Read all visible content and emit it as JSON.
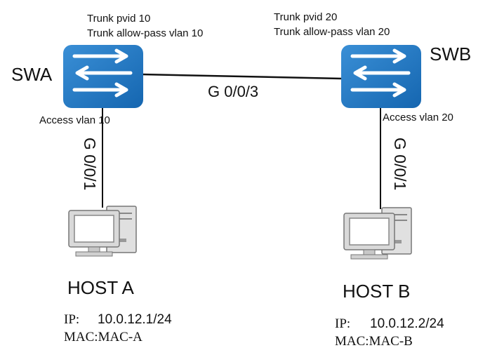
{
  "swa": {
    "name": "SWA",
    "trunk_pvid": "Trunk pvid 10",
    "trunk_allow": "Trunk allow-pass vlan 10",
    "access": "Access vlan 10",
    "port": "G 0/0/1"
  },
  "swb": {
    "name": "SWB",
    "trunk_pvid": "Trunk pvid 20",
    "trunk_allow": "Trunk allow-pass vlan 20",
    "access": "Access vlan 20",
    "port": "G 0/0/1"
  },
  "trunk_link": {
    "port": "G 0/0/3"
  },
  "host_a": {
    "name": "HOST A",
    "ip_label": "IP:",
    "ip": "10.0.12.1/24",
    "mac": "MAC:MAC-A"
  },
  "host_b": {
    "name": "HOST B",
    "ip_label": "IP:",
    "ip": "10.0.12.2/24",
    "mac": "MAC:MAC-B"
  },
  "colors": {
    "switch_blue": "#1f7ac3",
    "line": "#111111",
    "pc_gray": "#d9d9d9"
  }
}
